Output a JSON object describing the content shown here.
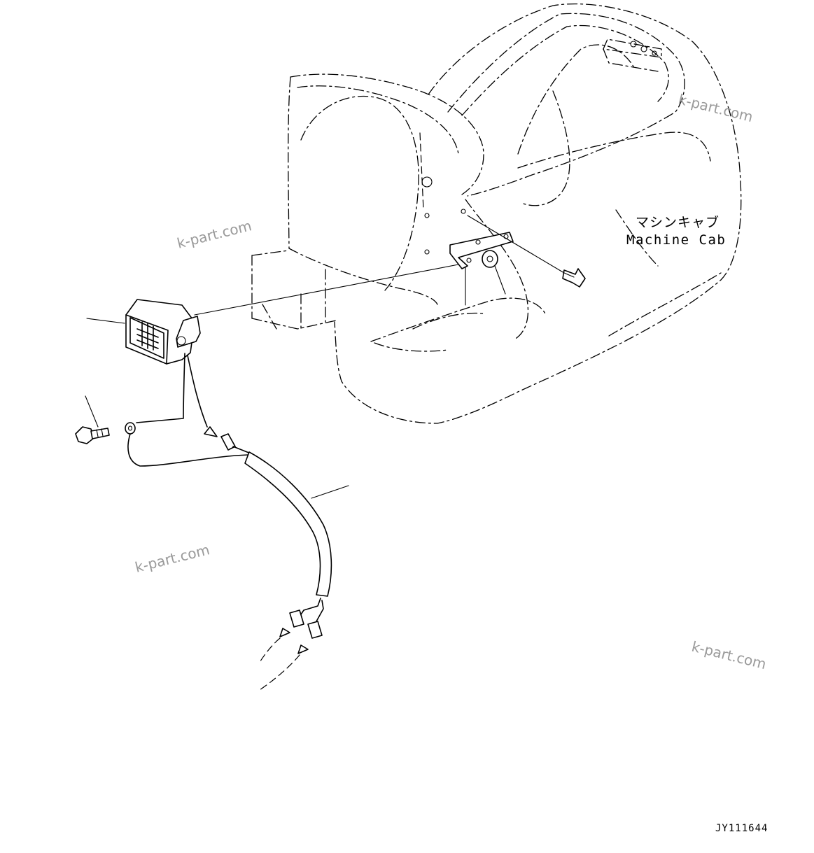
{
  "labels": {
    "cab_jp": "マシンキャブ",
    "cab_en": "Machine Cab"
  },
  "watermarks": [
    "k-part.com",
    "k-part.com",
    "k-part.com",
    "k-part.com"
  ],
  "drawing_code": "JY111644"
}
